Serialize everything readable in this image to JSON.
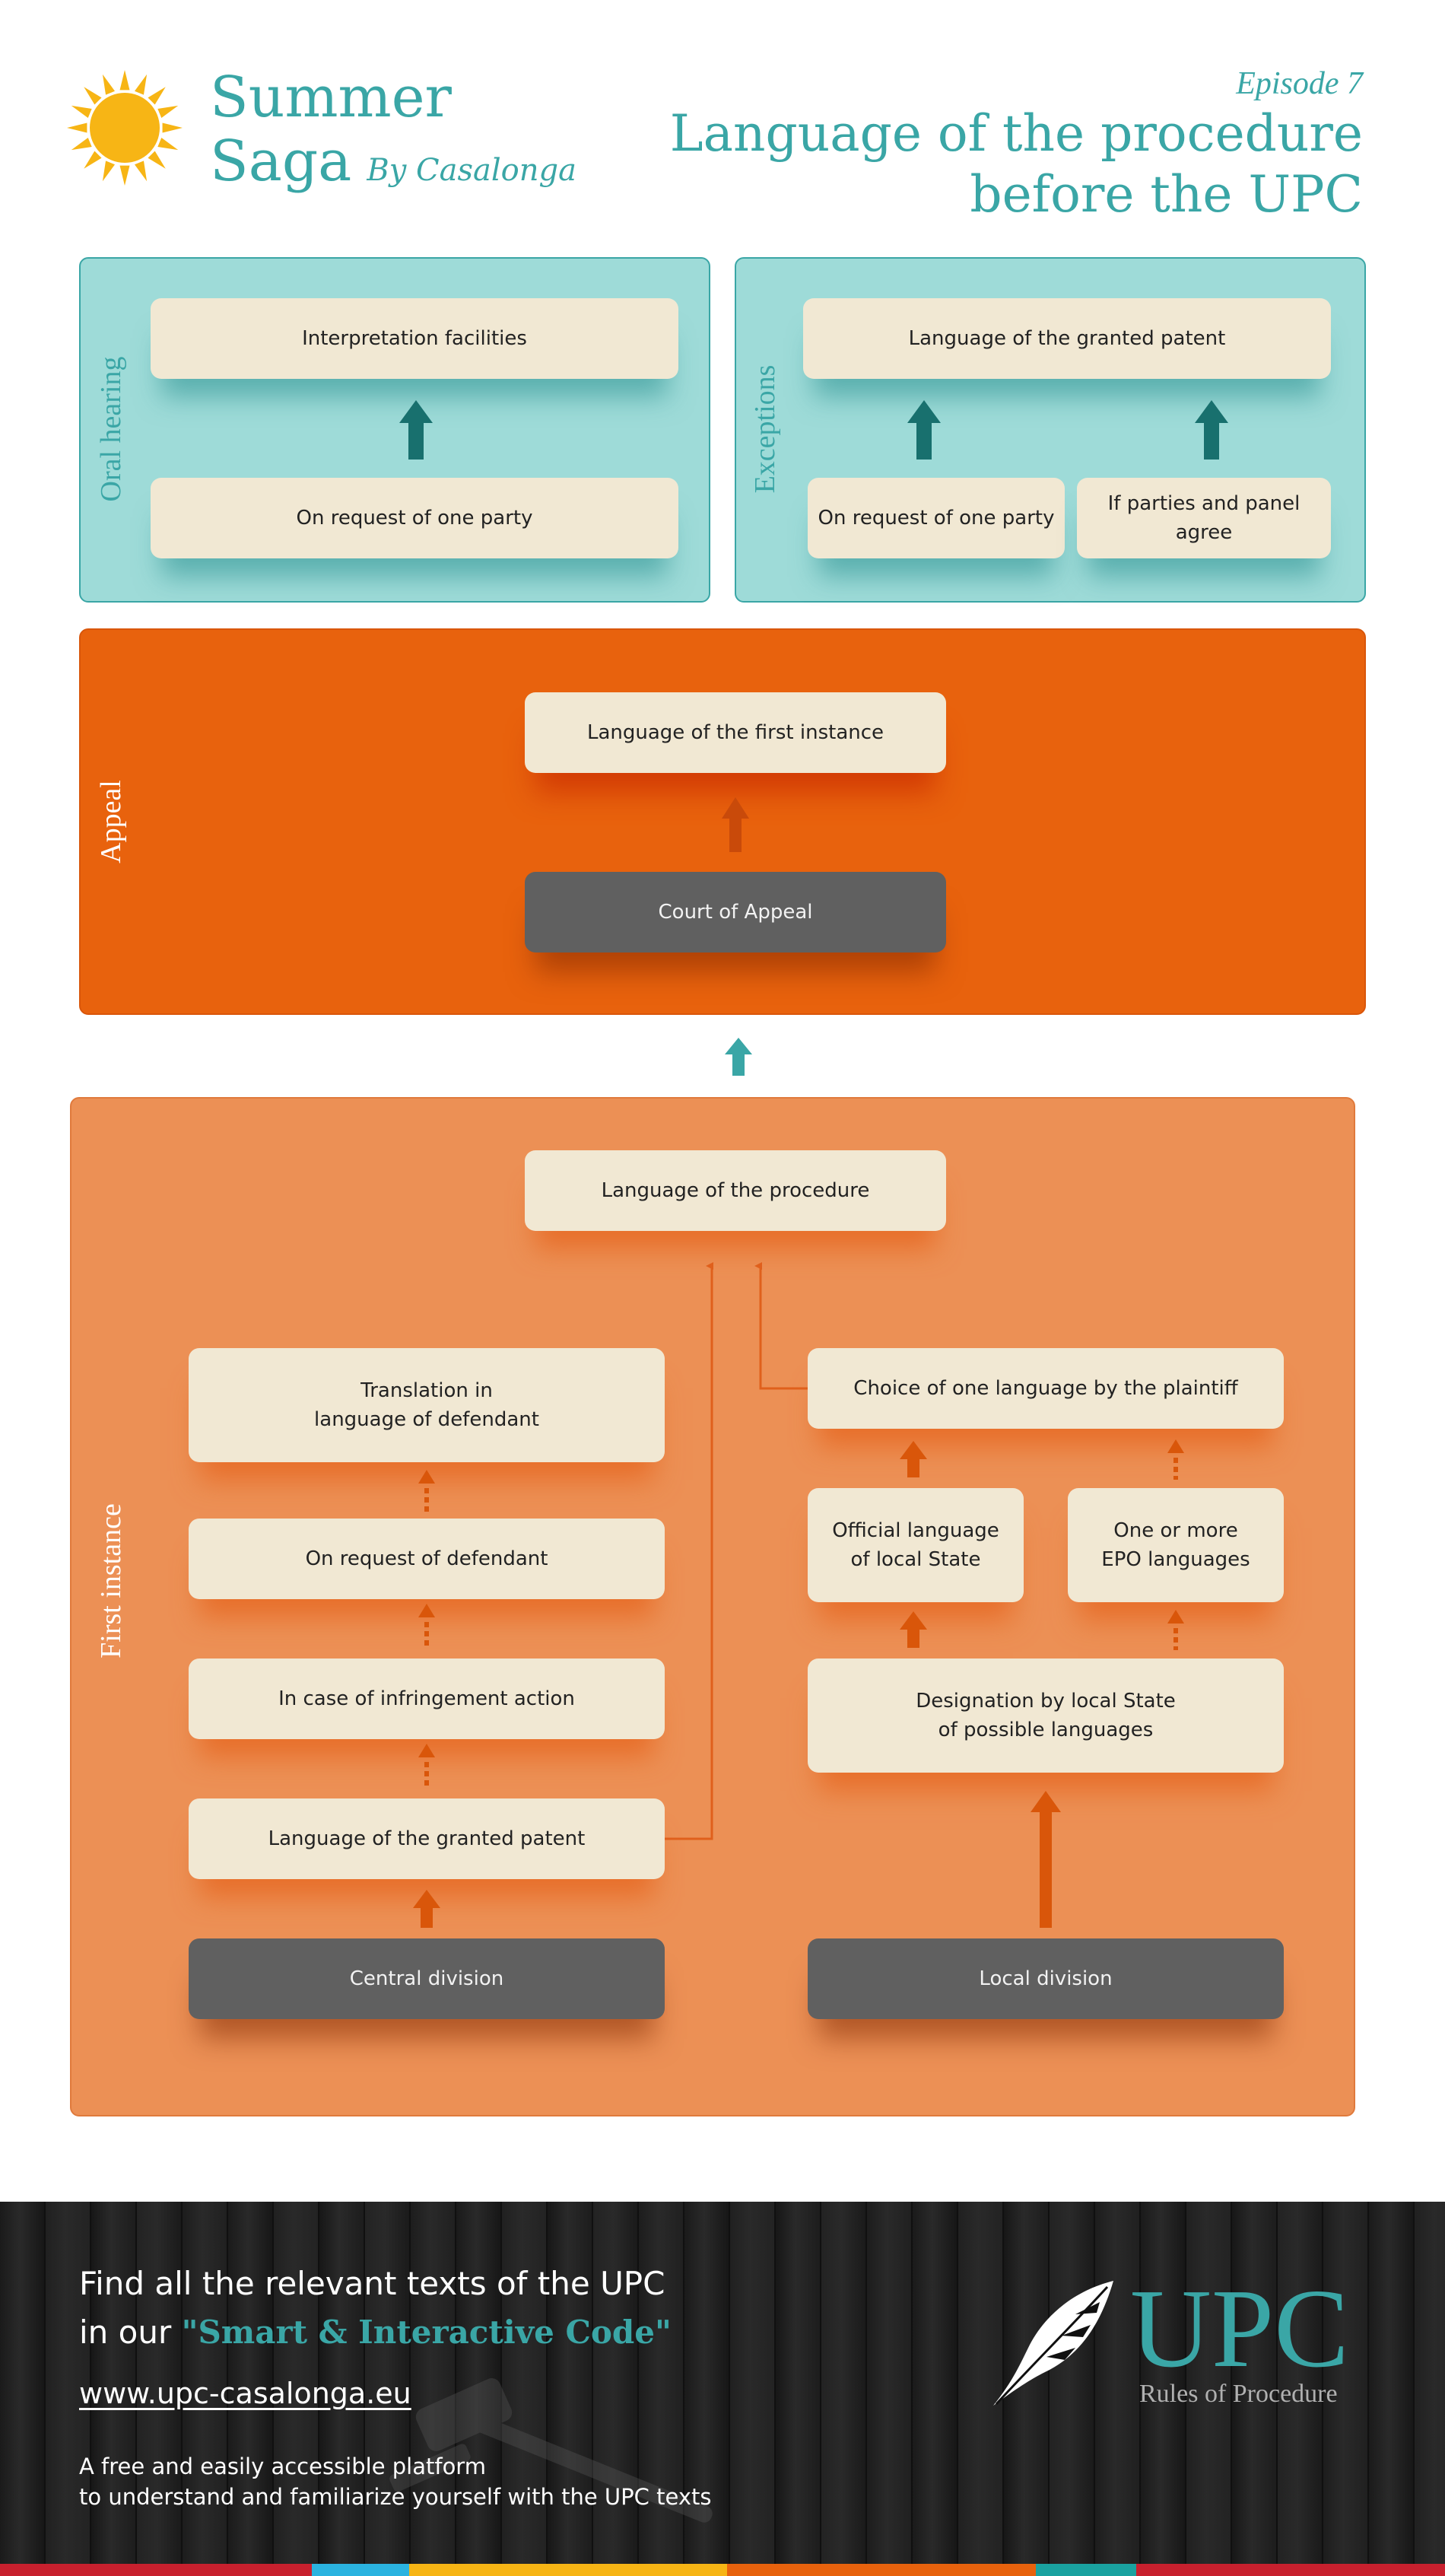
{
  "header": {
    "brand_line1": "Summer",
    "brand_line2": "Saga",
    "brand_by": "By Casalonga",
    "episode": "Episode 7",
    "title_line1": "Language of the procedure",
    "title_line2": "before the UPC"
  },
  "oral_hearing": {
    "label": "Oral hearing",
    "top": "Interpretation facilities",
    "bottom": "On request of one party"
  },
  "exceptions": {
    "label": "Exceptions",
    "top": "Language of the granted patent",
    "left": "On request of one party",
    "right": "If parties and panel agree"
  },
  "appeal": {
    "label": "Appeal",
    "top": "Language of the first instance",
    "court": "Court of Appeal"
  },
  "first_instance": {
    "label": "First instance",
    "procedure": "Language of the procedure",
    "translation": "Translation in\nlanguage of defendant",
    "on_request_defendant": "On request of defendant",
    "infringement": "In case of infringement action",
    "granted_patent": "Language of the granted patent",
    "central_division": "Central division",
    "choice": "Choice of one language by the plaintiff",
    "official_language": "Official language\nof local State",
    "epo_languages": "One or more\nEPO languages",
    "designation": "Designation by local State\nof possible languages",
    "local_division": "Local division"
  },
  "footer": {
    "find_line1": "Find all the relevant texts of the UPC",
    "find_line2_prefix": "in our ",
    "smart_code": "\"Smart & Interactive Code\"",
    "url": "www.upc-casalonga.eu",
    "desc_line1": "A free and easily accessible platform",
    "desc_line2": "to understand and familiarize yourself with the UPC texts",
    "upc": "UPC",
    "rules": "Rules of Procedure"
  },
  "colors": {
    "teal": "#3aa6a6",
    "teal_panel": "#9edbd8",
    "appeal_orange": "#e8620d",
    "first_orange": "#ec9055",
    "cream": "#f1e8d3",
    "dark_box": "#606060",
    "sun": "#f7b515"
  },
  "icons": {
    "logo": "sun-icon",
    "upc_logo": "quill-feather-icon",
    "footer_decoration": "gavel-icon"
  }
}
